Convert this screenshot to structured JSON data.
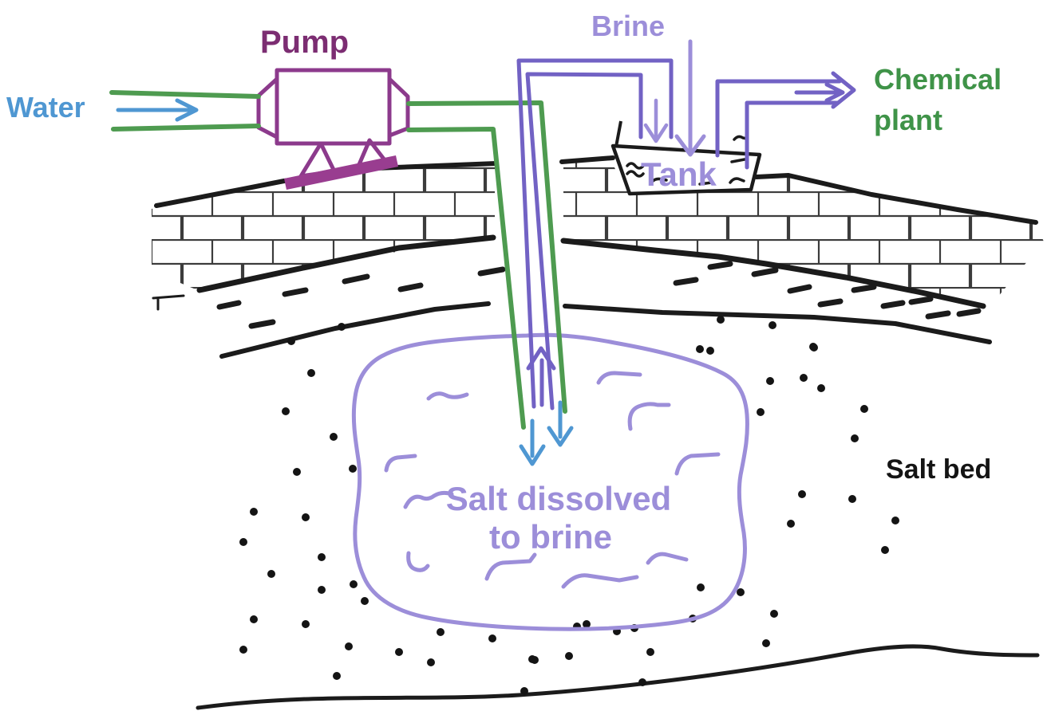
{
  "diagram": {
    "labels": {
      "water": "Water",
      "pump": "Pump",
      "brine": "Brine",
      "tank": "Tank",
      "chemical_plant_line1": "Chemical",
      "chemical_plant_line2": "plant",
      "cavity_line1": "Salt dissolved",
      "cavity_line2": "to brine",
      "salt_bed": "Salt bed"
    },
    "colors": {
      "water_blue": "#4f97d2",
      "pipe_green": "#4e9b50",
      "pump_magenta": "#8c3a8c",
      "pump_text": "#7c2d72",
      "brine_pipe_purple": "#7262c4",
      "brine_light_purple": "#9c8ed9",
      "chemical_plant_green": "#3f9348",
      "rock_black": "#1b1b1b"
    },
    "flow_arrows": [
      {
        "name": "water-inlet-arrow",
        "direction": "right",
        "color": "#4f97d2"
      },
      {
        "name": "brine-down-to-tank-arrow",
        "direction": "down",
        "color": "#9c8ed9"
      },
      {
        "name": "brine-label-arrow",
        "direction": "down",
        "color": "#9c8ed9"
      },
      {
        "name": "tank-outlet-arrow",
        "direction": "right",
        "color": "#7262c4"
      },
      {
        "name": "brine-riser-up-arrow",
        "direction": "up",
        "color": "#7262c4"
      },
      {
        "name": "water-injection-arrows",
        "direction": "down",
        "color": "#4f97d2"
      }
    ]
  }
}
